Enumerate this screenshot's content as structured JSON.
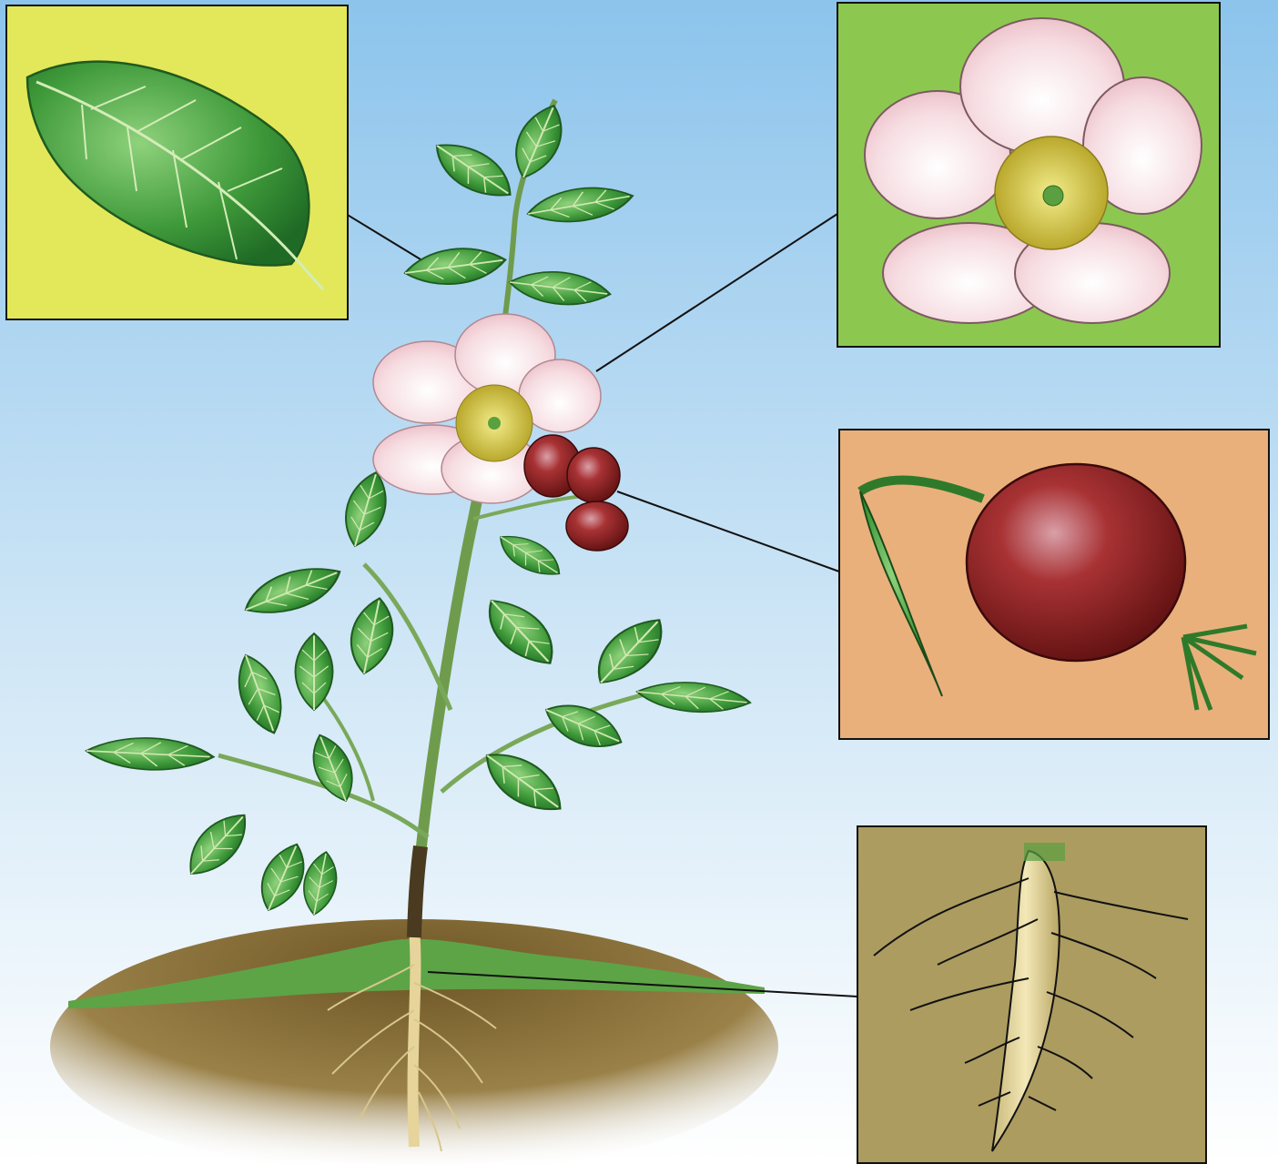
{
  "colors": {
    "sky_top": "#8cc4ec",
    "sky_bottom": "#ffffff",
    "leaf_panel": "#e3e85a",
    "flower_panel": "#8cc850",
    "fruit_panel": "#eab07c",
    "root_panel": "#ac9c60",
    "leaf_green": "#3f9a3a",
    "leaf_dark": "#1f6b25",
    "petal_pink": "#f4d6dc",
    "stamen_yellow": "#d8cf4a",
    "hip_red": "#8e1d1e",
    "root_tan": "#e2d39a",
    "soil_brown": "#8a7038",
    "grass_green": "#5da446"
  },
  "callouts": [
    {
      "name": "leaf-callout",
      "panel": "leaf-panel"
    },
    {
      "name": "flower-callout",
      "panel": "flower-panel"
    },
    {
      "name": "fruit-callout",
      "panel": "fruit-panel"
    },
    {
      "name": "root-callout",
      "panel": "root-panel"
    }
  ],
  "icons": {
    "leaf": "leaf-icon",
    "flower": "flower-icon",
    "fruit": "rose-hip-icon",
    "root": "root-icon"
  }
}
